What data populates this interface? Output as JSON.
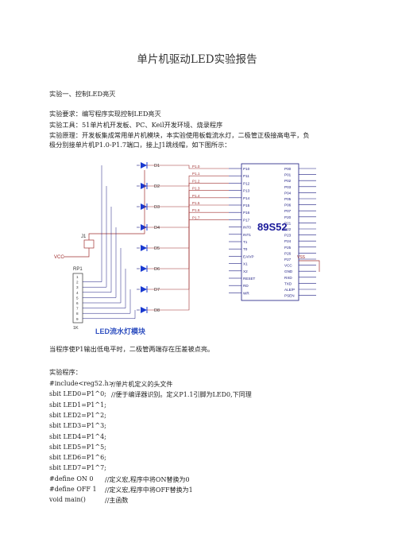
{
  "doc": {
    "title": "单片机驱动LED实验报告",
    "section1": "实验一、控制LED亮灭",
    "requirement": "实验要求：编写程序实现控制LED亮灭",
    "tools": "实验工具：51单片机开发板、PC、Keil开发环境、烧录程序",
    "principle_1": "实验原理：开发板集成常用单片机模块，本实验使用板载流水灯，二极管正极接高电平，负",
    "principle_2": "极分别接单片机P1.0-P1.7端口，接上J1跳线帽，如下图所示：",
    "after_fig": "当程序使P1输出低电平时，二极管两端存在压差被点亮。",
    "program_label": "实验程序："
  },
  "circuit": {
    "chip_name": "89S52",
    "module_caption": "LED流水灯模块",
    "diodes": [
      "D1",
      "D2",
      "D3",
      "D4",
      "D5",
      "D6",
      "D7",
      "D8"
    ],
    "p1_wire_labels": [
      "P1.0",
      "P1.1",
      "P1.2",
      "P1.3",
      "P1.4",
      "P1.5",
      "P1.6",
      "P1.7"
    ],
    "left_pins": [
      "P10",
      "P11",
      "P12",
      "P13",
      "P14",
      "P15",
      "P16",
      "P17",
      "INT0",
      "INT1",
      "T1",
      "T0",
      "EA/VP",
      "X1",
      "X2",
      "RESET",
      "RD",
      "WR"
    ],
    "right_pins": [
      "P00",
      "P01",
      "P02",
      "P03",
      "P04",
      "P05",
      "P06",
      "P07",
      "P20",
      "P21",
      "P22",
      "P23",
      "P24",
      "P25",
      "P26",
      "P27",
      "VCC",
      "GND",
      "RXD",
      "TXD",
      "ALE/P",
      "PSEN"
    ],
    "j1": "J1",
    "rp1": "RP1",
    "vcc": "VCC",
    "vss": "VSS",
    "rp_value": "1K"
  },
  "code": [
    {
      "text": "#include<reg52.h>",
      "comment": "//单片机定义的头文件"
    },
    {
      "text": "sbit LED0=P1^0;",
      "comment": "//便于编译器识别。定义P1.1引脚为LED0,下同理"
    },
    {
      "text": "sbit LED1=P1^1;",
      "comment": ""
    },
    {
      "text": "sbit LED2=P1^2;",
      "comment": ""
    },
    {
      "text": "sbit LED3=P1^3;",
      "comment": ""
    },
    {
      "text": "sbit LED4=P1^4;",
      "comment": ""
    },
    {
      "text": "sbit LED5=P1^5;",
      "comment": ""
    },
    {
      "text": "sbit LED6=P1^6;",
      "comment": ""
    },
    {
      "text": "sbit LED7=P1^7;",
      "comment": ""
    },
    {
      "text": "#define ON 0",
      "comment": "//定义宏,程序中将ON替换为0"
    },
    {
      "text": "#define OFF 1",
      "comment": "//定义宏,程序中将OFF替换为1"
    },
    {
      "text": "void main()",
      "comment": "//主函数"
    }
  ]
}
